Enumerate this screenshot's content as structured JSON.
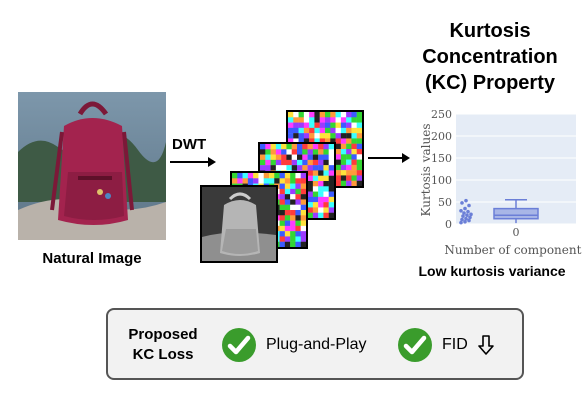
{
  "natural_image": {
    "caption": "Natural Image",
    "colors": {
      "sky": "#6f8aa0",
      "trees": "#3e5a45",
      "backpack": "#a3234e",
      "rock": "#b9b2aa"
    }
  },
  "dwt": {
    "label": "DWT"
  },
  "kc": {
    "title_lines": [
      "Kurtosis",
      "Concentration",
      "(KC) Property"
    ],
    "caption": "Low kurtosis variance"
  },
  "chart_data": {
    "type": "box",
    "title": "",
    "xlabel": "Number of components",
    "ylabel": "Kurtosis values",
    "categories": [
      "0"
    ],
    "yticks": [
      0,
      50,
      100,
      150,
      200,
      250
    ],
    "ylim": [
      0,
      250
    ],
    "grid": true,
    "box": {
      "min": 2,
      "q1": 12,
      "median": 20,
      "q3": 35,
      "max": 55
    },
    "outliers": [
      3,
      5,
      8,
      10,
      12,
      15,
      18,
      20,
      22,
      25,
      28,
      30,
      35,
      42,
      48,
      53
    ],
    "colors": {
      "box": "#6b7fd7",
      "background": "#e5ecf6"
    }
  },
  "summary": {
    "proposed": [
      "Proposed",
      "KC Loss"
    ],
    "plug_label": "Plug-and-Play",
    "fid_label": "FID",
    "check_color": "#3a9c2c"
  }
}
